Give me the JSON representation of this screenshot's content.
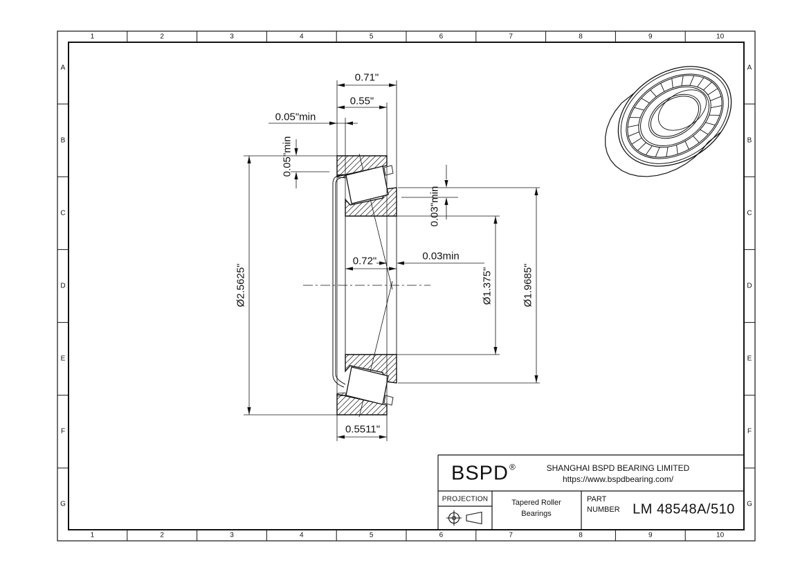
{
  "sheet": {
    "type": "engineering-drawing",
    "colors": {
      "line": "#111111",
      "background": "#ffffff"
    }
  },
  "border": {
    "columns": [
      "1",
      "2",
      "3",
      "4",
      "5",
      "6",
      "7",
      "8",
      "9",
      "10"
    ],
    "rows": [
      "A",
      "B",
      "C",
      "D",
      "E",
      "F",
      "G"
    ]
  },
  "dimensions": {
    "overall_width": "0.71\"",
    "cup_width_top": "0.55\"",
    "front_axial_clearance": "0.05\"min",
    "front_radial_clearance": "0.05\"min",
    "outer_diameter": "Ø2.5625\"",
    "cone_width": "0.72\"",
    "back_axial_clearance": "0.03min",
    "back_radial_clearance": "0.03\"min",
    "bore_diameter": "Ø1.375\"",
    "rib_diameter": "Ø1.9685\"",
    "cup_width_bottom": "0.5511\""
  },
  "title_block": {
    "logo": "BSPD",
    "registered_mark": "®",
    "company": "SHANGHAI BSPD BEARING LIMITED",
    "website": "https://www.bspdbearing.com/",
    "projection_label": "PROJECTION",
    "projection_symbol": "first-angle-projection-icon",
    "product_line1": "Tapered Roller",
    "product_line2": "Bearings",
    "part_label_line1": "PART",
    "part_label_line2": "NUMBER",
    "part_number": "LM 48548A/510"
  }
}
